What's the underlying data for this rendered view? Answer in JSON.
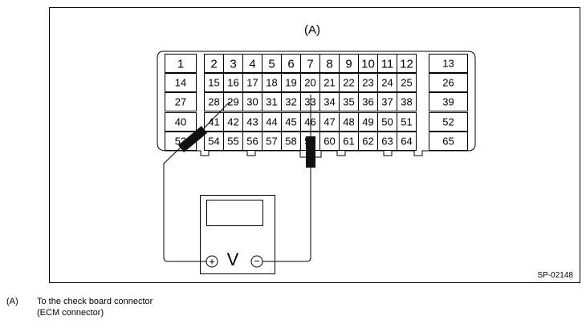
{
  "diagram": {
    "connector_label": "(A)",
    "figure_code": "SP-02148",
    "meter_symbol": "V",
    "positive_symbol": "+",
    "negative_symbol": "−",
    "pins_main": [
      [
        "1",
        "2",
        "3",
        "4",
        "5",
        "6",
        "7",
        "8",
        "9",
        "10",
        "11",
        "12"
      ],
      [
        "14",
        "15",
        "16",
        "17",
        "18",
        "19",
        "20",
        "21",
        "22",
        "23",
        "24",
        "25"
      ],
      [
        "27",
        "28",
        "29",
        "30",
        "31",
        "32",
        "33",
        "34",
        "35",
        "36",
        "37",
        "38"
      ],
      [
        "40",
        "41",
        "42",
        "43",
        "44",
        "45",
        "46",
        "47",
        "48",
        "49",
        "50",
        "51"
      ],
      [
        "53",
        "54",
        "55",
        "56",
        "57",
        "58",
        "59",
        "60",
        "61",
        "62",
        "63",
        "64"
      ]
    ],
    "pins_right": [
      "13",
      "26",
      "39",
      "52",
      "65"
    ]
  },
  "caption": {
    "label": "(A)",
    "line1": "To the check board connector",
    "line2": "(ECM connector)"
  }
}
